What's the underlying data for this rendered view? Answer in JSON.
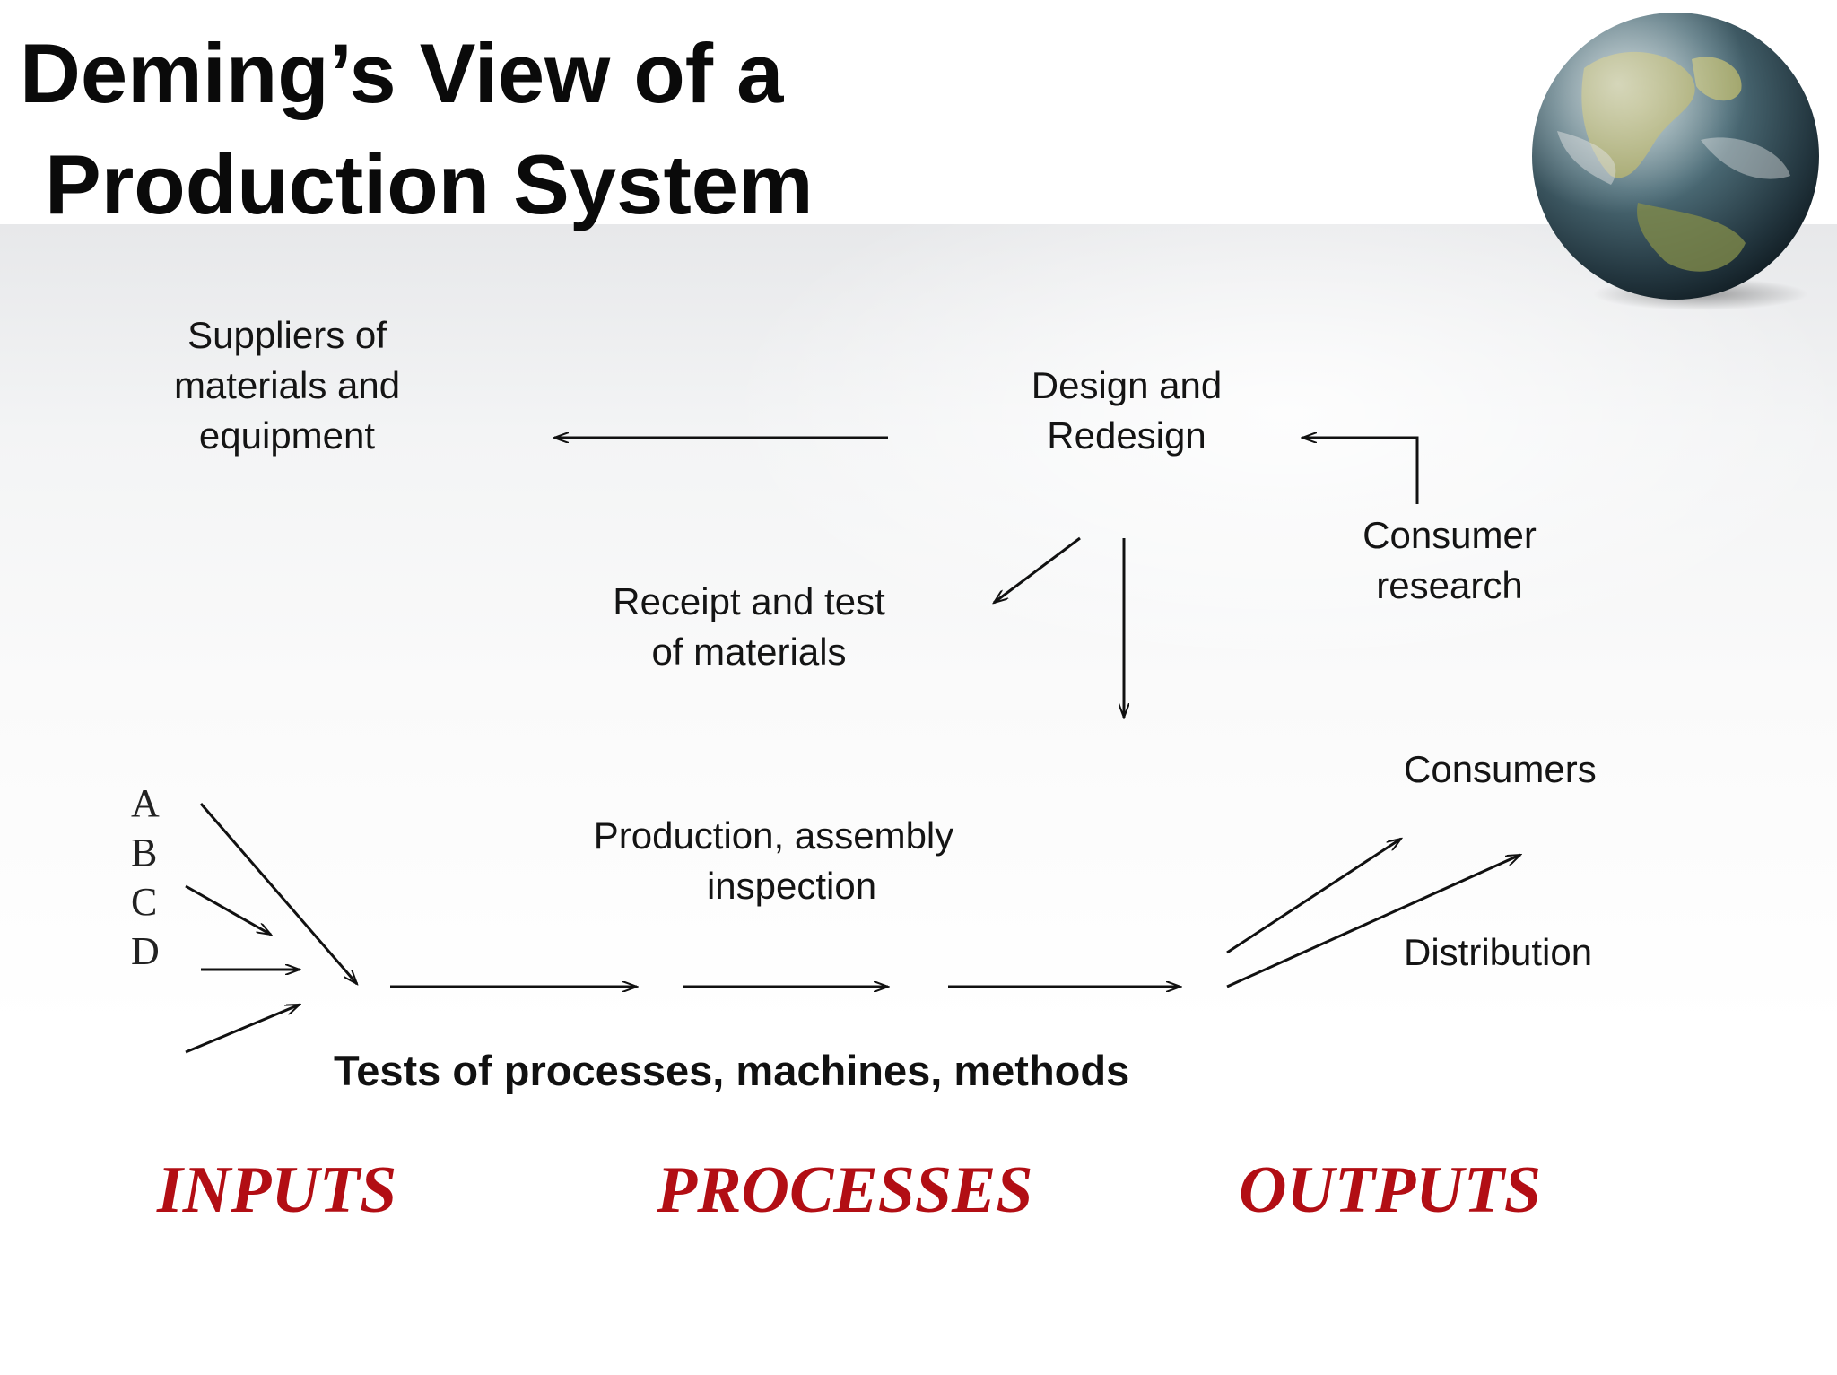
{
  "title": {
    "line1": "Deming’s View of a",
    "line2": "Production System"
  },
  "nodes": {
    "suppliers": [
      "Suppliers of",
      "materials and",
      "equipment"
    ],
    "design": [
      "Design and",
      "Redesign"
    ],
    "consumer_research": [
      "Consumer",
      "research"
    ],
    "receipt": [
      "Receipt and test",
      "of materials"
    ],
    "consumers": [
      "Consumers"
    ],
    "production": [
      "Production, assembly",
      "inspection"
    ],
    "distribution": [
      "Distribution"
    ]
  },
  "inputs_letters": [
    "A",
    "B",
    "C",
    "D"
  ],
  "tests_caption": "Tests of processes, machines, methods",
  "sections": {
    "inputs": "INPUTS",
    "processes": "PROCESSES",
    "outputs": "OUTPUTS"
  },
  "colors": {
    "section_text": "#b20e14",
    "arrow": "#111111"
  },
  "icons": {
    "globe": "globe-icon"
  }
}
